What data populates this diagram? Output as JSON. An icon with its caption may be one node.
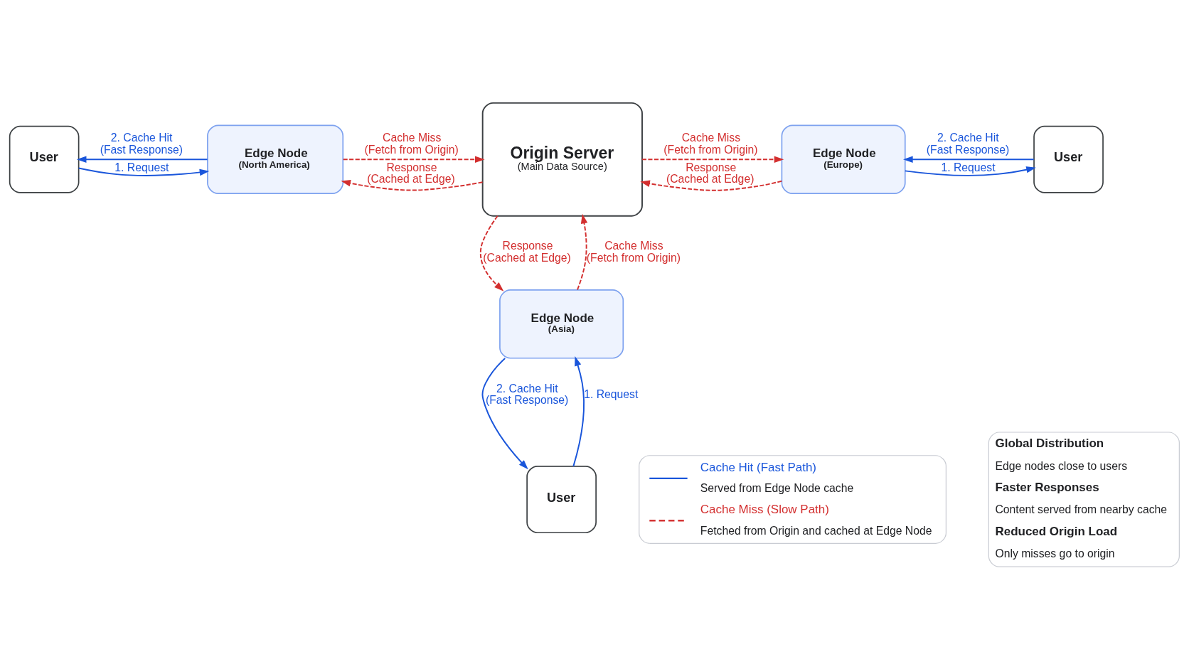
{
  "diagram": {
    "nodes": [
      {
        "text": [
          "User"
        ]
      },
      {
        "text": [
          "Edge Node",
          "(North America)"
        ]
      },
      {
        "text": [
          "Origin Server",
          "(Main Data Source)"
        ]
      },
      {
        "text": [
          "Edge Node",
          "(Europe)"
        ]
      },
      {
        "text": [
          "User"
        ]
      },
      {
        "text": [
          "Edge Node",
          "(Asia)"
        ]
      },
      {
        "text": [
          "User"
        ]
      }
    ],
    "edges": [
      {
        "from": 0,
        "to": 1,
        "arrow": "to",
        "label": "1. Request"
      },
      {
        "from": 1,
        "to": 0,
        "arrow": "to",
        "label": "2. Cache Hit (Fast Response)"
      },
      {
        "from": 1,
        "to": 2,
        "arrow": "to",
        "label": "Cache Miss (Fetch from Origin)",
        "style": "dashed",
        "color": "#d32f2f"
      },
      {
        "from": 2,
        "to": 1,
        "arrow": "to",
        "label": "Response (Cached at Edge)",
        "style": "dashed",
        "color": "#d32f2f"
      },
      {
        "from": 2,
        "to": 3,
        "arrow": "to",
        "label": "Cache Miss (Fetch from Origin)",
        "style": "dashed",
        "color": "#d32f2f"
      },
      {
        "from": 3,
        "to": 2,
        "arrow": "to",
        "label": "Response (Cached at Edge)",
        "style": "dashed",
        "color": "#d32f2f"
      },
      {
        "from": 3,
        "to": 4,
        "arrow": "to",
        "label": "1. Request"
      },
      {
        "from": 4,
        "to": 3,
        "arrow": "to",
        "label": "2. Cache Hit (Fast Response)"
      },
      {
        "from": 5,
        "to": 2,
        "arrow": "to",
        "label": "Cache Miss (Fetch from Origin)",
        "style": "dashed",
        "color": "#d32f2f"
      },
      {
        "from": 2,
        "to": 5,
        "arrow": "to",
        "label": "Response (Cached at Edge)",
        "style": "dashed",
        "color": "#d32f2f"
      },
      {
        "from": 6,
        "to": 5,
        "arrow": "to",
        "label": "1. Request"
      },
      {
        "from": 5,
        "to": 6,
        "arrow": "to",
        "label": "2. Cache Hit (Fast Response)"
      }
    ],
    "labels": [
      "Served from Edge Node cache",
      "Fetched from Origin and cached at Edge Node",
      "Global Distribution",
      "Edge nodes close to users",
      "Faster Responses",
      "Content served from nearby cache",
      "Reduced Origin Load",
      "Only misses go to origin"
    ],
    "legend": [
      {
        "text": "Cache Hit (Fast Path)"
      },
      {
        "text": "Cache Miss (Slow Path)"
      }
    ]
  }
}
